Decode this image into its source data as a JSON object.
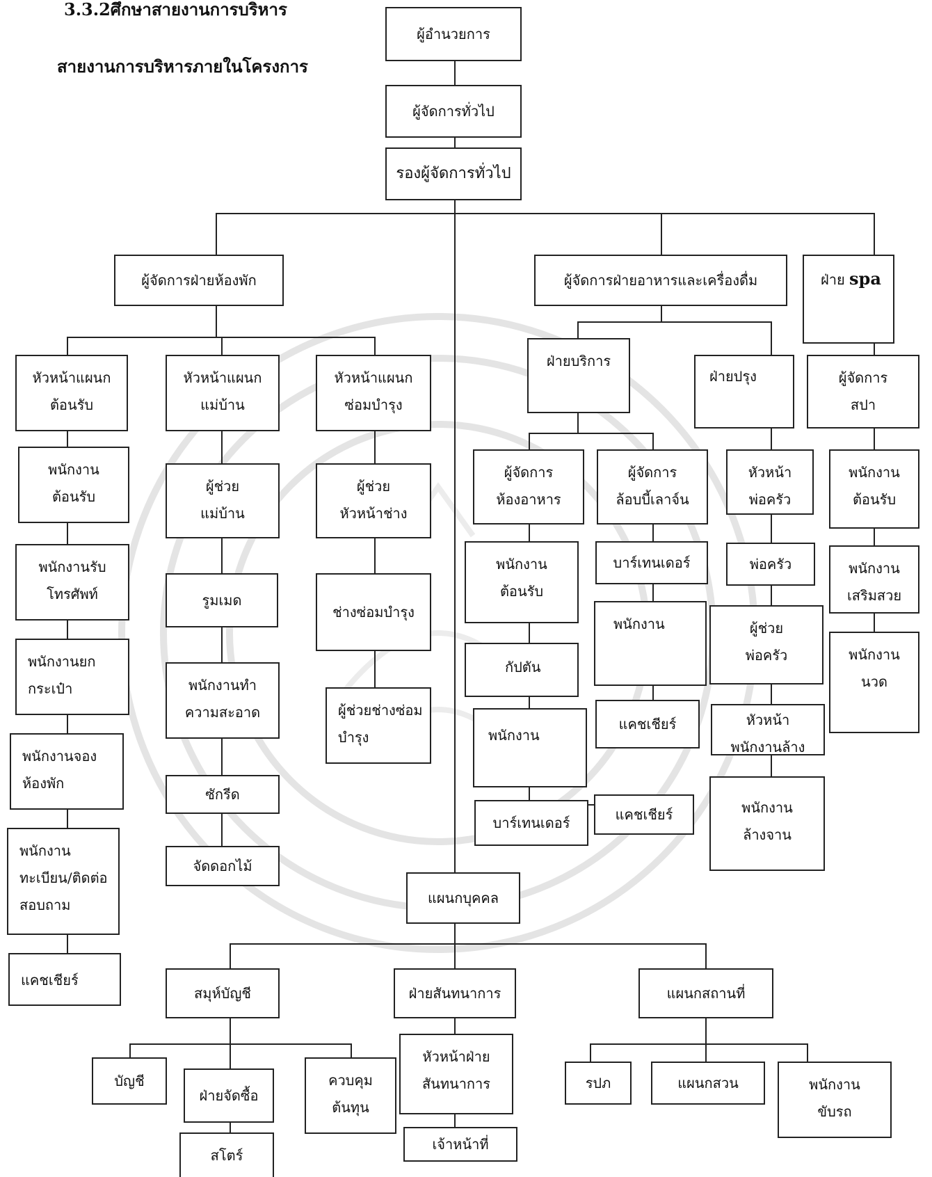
{
  "heading": {
    "section": "3.3.2ศึกษาสายงานการบริหาร",
    "subtitle": "สายงานการบริหารภายในโครงการ"
  },
  "top": {
    "director": "ผู้อำนวยการ",
    "gm": "ผู้จัดการทั่วไป",
    "deputy_gm": "รองผู้จัดการทั่วไป"
  },
  "rooms": {
    "manager": "ผู้จัดการฝ่ายห้องพัก",
    "front_office": {
      "head": [
        "หัวหน้าแผนก",
        "ต้อนรับ"
      ],
      "staff": [
        [
          "พนักงาน",
          "ต้อนรับ"
        ],
        [
          "พนักงานรับ",
          "โทรศัพท์"
        ],
        [
          "พนักงานยก",
          "กระเป๋า"
        ],
        [
          "พนักงานจอง",
          "ห้องพัก"
        ],
        [
          "พนักงาน",
          "ทะเบียน/ติดต่อ",
          "สอบถาม"
        ],
        [
          "แคชเชียร์"
        ]
      ]
    },
    "housekeeping": {
      "head": [
        "หัวหน้าแผนก",
        "แม่บ้าน"
      ],
      "staff": [
        [
          "ผู้ช่วย",
          "แม่บ้าน"
        ],
        [
          "รูมเมด"
        ],
        [
          "พนักงานทำ",
          "ความสะอาด"
        ],
        [
          "ซักรีด"
        ],
        [
          "จัดดอกไม้"
        ]
      ]
    },
    "maintenance": {
      "head": [
        "หัวหน้าแผนก",
        "ซ่อมบำรุง"
      ],
      "staff": [
        [
          "ผู้ช่วย",
          "หัวหน้าช่าง"
        ],
        [
          "ช่างซ่อมบำรุง"
        ],
        [
          "ผู้ช่วยช่างซ่อม",
          "บำรุง"
        ]
      ]
    }
  },
  "fnb": {
    "manager": "ผู้จัดการฝ่ายอาหารและเครื่องดื่ม",
    "service": "ฝ่ายบริการ",
    "kitchen": "ฝ่ายปรุง",
    "restaurant": {
      "head": [
        "ผู้จัดการ",
        "ห้องอาหาร"
      ],
      "staff": [
        [
          "พนักงาน",
          "ต้อนรับ"
        ],
        [
          "กัปตัน"
        ],
        [
          "พนักงาน"
        ],
        [
          "บาร์เทนเดอร์"
        ]
      ]
    },
    "lobby": {
      "head": [
        "ผู้จัดการ",
        "ล้อบบี้เลาจ์น"
      ],
      "staff": [
        [
          "บาร์เทนเดอร์"
        ],
        [
          "พนักงาน"
        ],
        [
          "แคชเชียร์"
        ],
        [
          "แคชเชียร์"
        ]
      ]
    },
    "chef": {
      "head": [
        "หัวหน้า",
        "พ่อครัว"
      ],
      "staff": [
        [
          "พ่อครัว"
        ],
        [
          "ผู้ช่วย",
          "พ่อครัว"
        ],
        [
          "หัวหน้า",
          "พนักงานล้าง"
        ],
        [
          "พนักงาน",
          "ล้างจาน"
        ]
      ]
    }
  },
  "spa": {
    "dept_prefix": "ฝ่าย",
    "dept_name": "spa",
    "manager": [
      "ผู้จัดการ",
      "สปา"
    ],
    "staff": [
      [
        "พนักงาน",
        "ต้อนรับ"
      ],
      [
        "พนักงาน",
        "เสริมสวย"
      ],
      [
        "พนักงาน",
        "นวด"
      ]
    ]
  },
  "hr": {
    "name": "แผนกบุคคล",
    "accounting": {
      "name": "สมุห์บัญชี",
      "units": [
        [
          "บัญชี"
        ],
        [
          "ฝ่ายจัดซื้อ"
        ],
        [
          "ควบคุม",
          "ต้นทุน"
        ]
      ],
      "store": "สโตร์"
    },
    "recreation": {
      "name": "ฝ่ายสันทนาการ",
      "head": [
        "หัวหน้าฝ่าย",
        "สันทนาการ"
      ],
      "officer": "เจ้าหน้าที่"
    },
    "facilities": {
      "name": "แผนกสถานที่",
      "units": [
        [
          "รปภ"
        ],
        [
          "แผนกสวน"
        ],
        [
          "พนักงาน",
          "ขับรถ"
        ]
      ]
    }
  }
}
